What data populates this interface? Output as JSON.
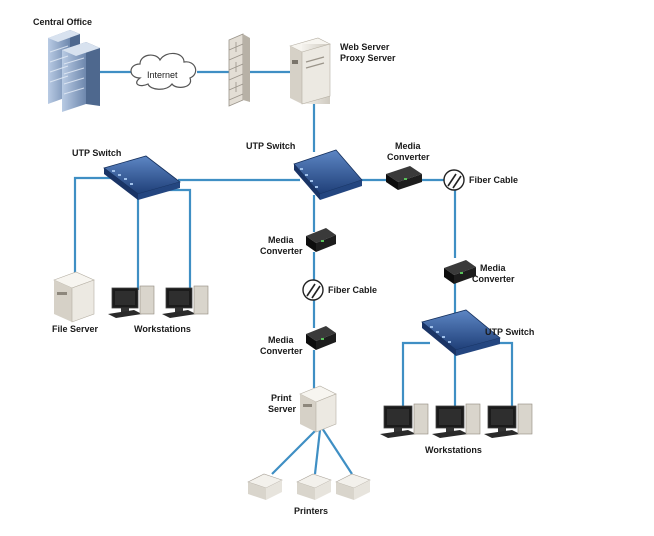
{
  "labels": {
    "central_office": "Central Office",
    "internet": "Internet",
    "web_server": "Web Server",
    "proxy_server": "Proxy Server",
    "utp_switch_left": "UTP Switch",
    "utp_switch_center": "UTP Switch",
    "utp_switch_right": "UTP Switch",
    "media_converter_top_1": "Media",
    "media_converter_top_2": "Converter",
    "media_converter_mid_1": "Media",
    "media_converter_mid_2": "Converter",
    "media_converter_low_1": "Media",
    "media_converter_low_2": "Converter",
    "media_converter_right_1": "Media",
    "media_converter_right_2": "Converter",
    "fiber_cable_right": "Fiber Cable",
    "fiber_cable_center": "Fiber Cable",
    "file_server": "File Server",
    "workstations_left": "Workstations",
    "workstations_right": "Workstations",
    "print_server_1": "Print",
    "print_server_2": "Server",
    "printers": "Printers"
  },
  "colors": {
    "link": "#3f8fc4",
    "switch": "#2f5b9c",
    "converter": "#1d1d1d",
    "server": "#e9e6df",
    "monitor": "#1b1b1b"
  }
}
